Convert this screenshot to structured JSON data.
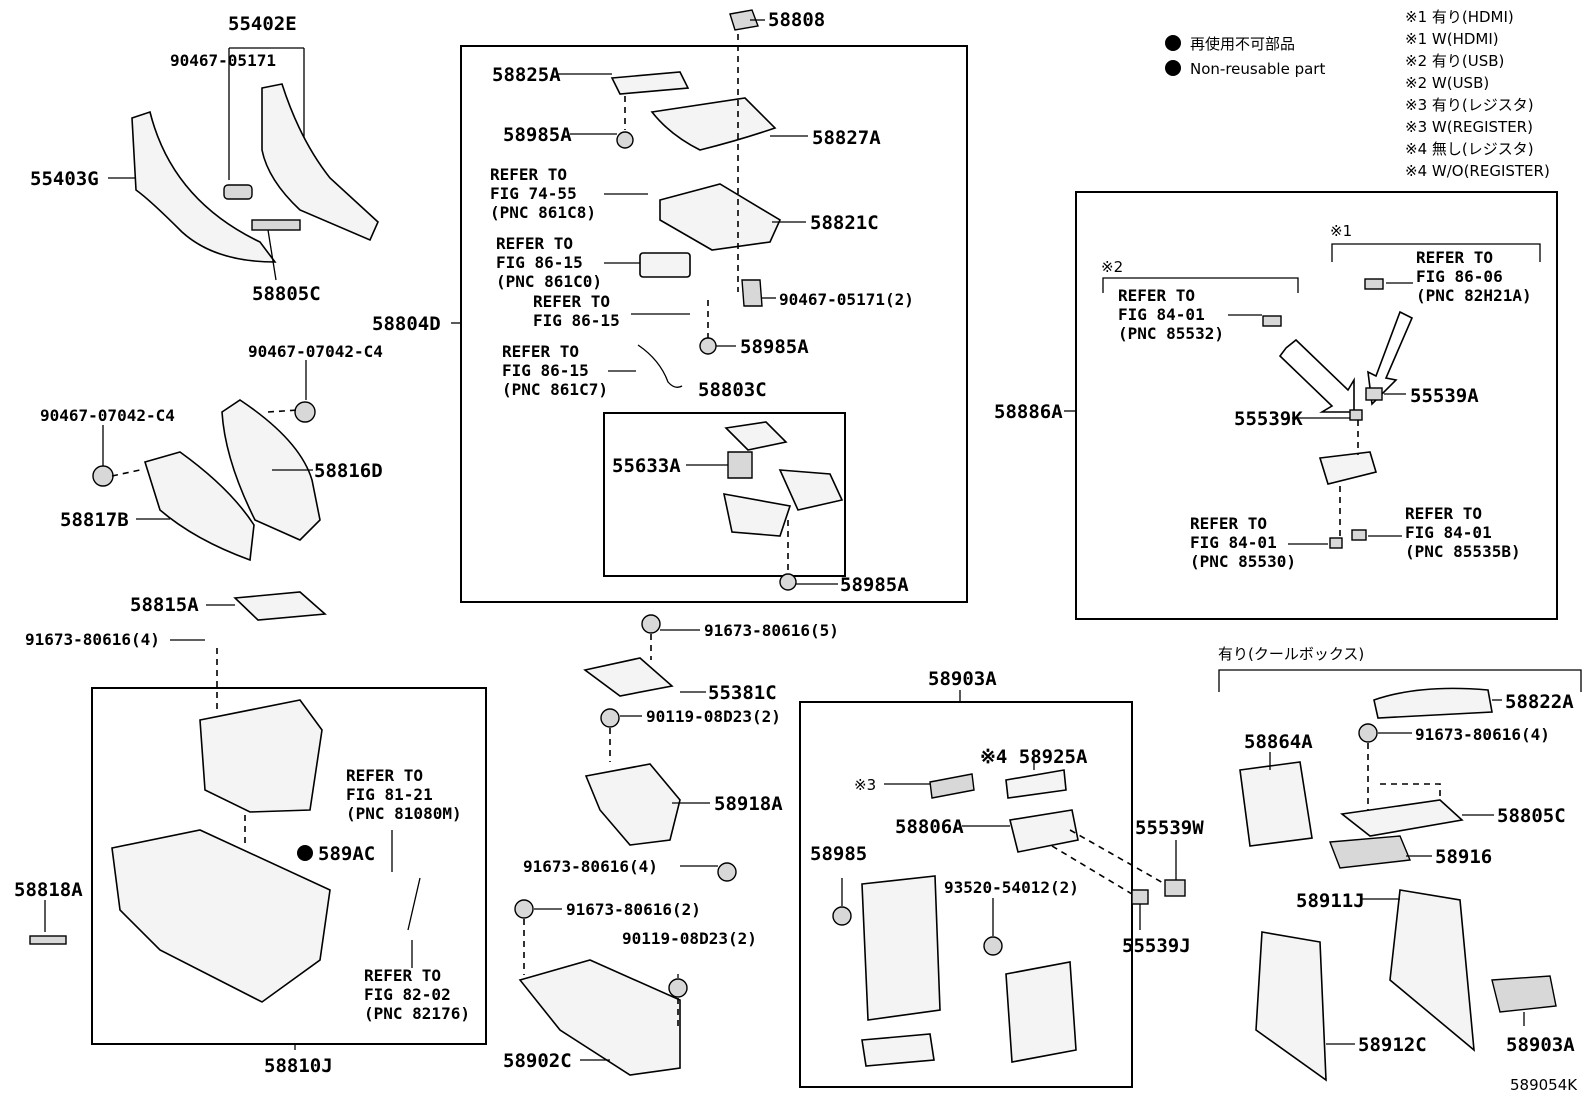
{
  "legend": {
    "non_reusable_ja": "再使用不可部品",
    "non_reusable_en": "Non-reusable part",
    "notes": [
      "※1 有り(HDMI)",
      "※1 W(HDMI)",
      "※2 有り(USB)",
      "※2 W(USB)",
      "※3 有り(レジスタ)",
      "※3 W(REGISTER)",
      "※4 無し(レジスタ)",
      "※4 W/O(REGISTER)"
    ]
  },
  "labels": {
    "p55402E": "55402E",
    "p90467_05171": "90467-05171",
    "p55403G": "55403G",
    "p58805C_top": "58805C",
    "p90467_07042_C4_a": "90467-07042-C4",
    "p90467_07042_C4_b": "90467-07042-C4",
    "p58816D": "58816D",
    "p58817B": "58817B",
    "p58815A": "58815A",
    "p91673_80616_4_left": "91673-80616(4)",
    "p589AC": "589AC",
    "p58818A": "58818A",
    "p58810J": "58810J",
    "p58808": "58808",
    "p58825A": "58825A",
    "p58985A_1": "58985A",
    "p58827A": "58827A",
    "p58821C": "58821C",
    "p90467_05171_2": "90467-05171(2)",
    "p58804D": "58804D",
    "p58985A_2": "58985A",
    "p58803C": "58803C",
    "p55633A": "55633A",
    "p58985A_3": "58985A",
    "p91673_80616_5": "91673-80616(5)",
    "p55381C": "55381C",
    "p90119_08D23_2a": "90119-08D23(2)",
    "p58918A": "58918A",
    "p91673_80616_4_mid": "91673-80616(4)",
    "p91673_80616_2": "91673-80616(2)",
    "p90119_08D23_2b": "90119-08D23(2)",
    "p58902C": "58902C",
    "p58903A_top": "58903A",
    "p58925A": "※4 58925A",
    "p_note3": "※3",
    "p58806A": "58806A",
    "p58985": "58985",
    "p93520_54012": "93520-54012(2)",
    "p55539W": "55539W",
    "p55539J": "55539J",
    "p58886A": "58886A",
    "p_note1": "※1",
    "p_note2": "※2",
    "p55539A": "55539A",
    "p55539K": "55539K",
    "p_cool_box": "有り(クールボックス)",
    "p58822A": "58822A",
    "p58864A": "58864A",
    "p91673_80616_4_right": "91673-80616(4)",
    "p58805C_right": "58805C",
    "p58916": "58916",
    "p58911J": "58911J",
    "p58912C": "58912C",
    "p58903A_bottom": "58903A",
    "figure_id": "589054K"
  },
  "refs": [
    {
      "l1": "REFER TO",
      "l2": "FIG 74-55",
      "l3": "(PNC 861C8)"
    },
    {
      "l1": "REFER TO",
      "l2": "FIG 86-15",
      "l3": "(PNC 861C0)"
    },
    {
      "l1": "REFER TO",
      "l2": "FIG 86-15",
      "l3": ""
    },
    {
      "l1": "REFER TO",
      "l2": "FIG 86-15",
      "l3": "(PNC 861C7)"
    },
    {
      "l1": "REFER TO",
      "l2": "FIG 81-21",
      "l3": "(PNC 81080M)"
    },
    {
      "l1": "REFER TO",
      "l2": "FIG 82-02",
      "l3": "(PNC 82176)"
    },
    {
      "l1": "REFER TO",
      "l2": "FIG 84-01",
      "l3": "(PNC 85532)"
    },
    {
      "l1": "REFER TO",
      "l2": "FIG 86-06",
      "l3": "(PNC 82H21A)"
    },
    {
      "l1": "REFER TO",
      "l2": "FIG 84-01",
      "l3": "(PNC 85530)"
    },
    {
      "l1": "REFER TO",
      "l2": "FIG 84-01",
      "l3": "(PNC 85535B)"
    }
  ]
}
